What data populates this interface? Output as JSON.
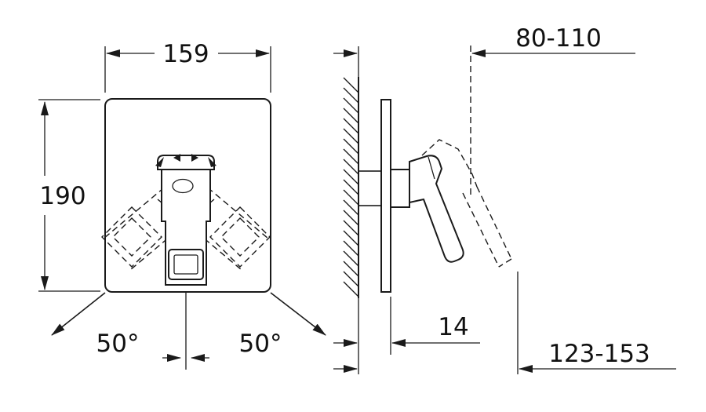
{
  "drawing": {
    "front_view": {
      "width_dim": "159",
      "height_dim": "190",
      "angle_left": "50°",
      "angle_right": "50°"
    },
    "side_view": {
      "offset_dim": "80-110",
      "depth_dim": "14",
      "reach_dim": "123-153"
    },
    "colors": {
      "line": "#1a1a1a",
      "background": "#ffffff"
    }
  }
}
